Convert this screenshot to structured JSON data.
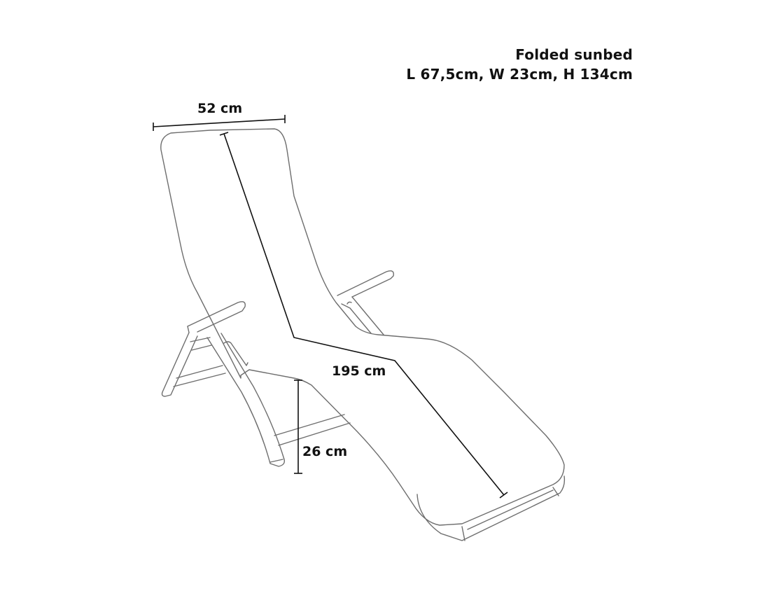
{
  "title": {
    "heading": "Folded sunbed",
    "folded_dimensions": "L 67,5cm, W 23cm, H 134cm"
  },
  "dimensions": {
    "width": "52 cm",
    "length": "195 cm",
    "height": "26 cm"
  },
  "colors": {
    "outline": "#6e6e6e",
    "dimension_line": "#111111",
    "text": "#111111",
    "background": "#ffffff"
  }
}
